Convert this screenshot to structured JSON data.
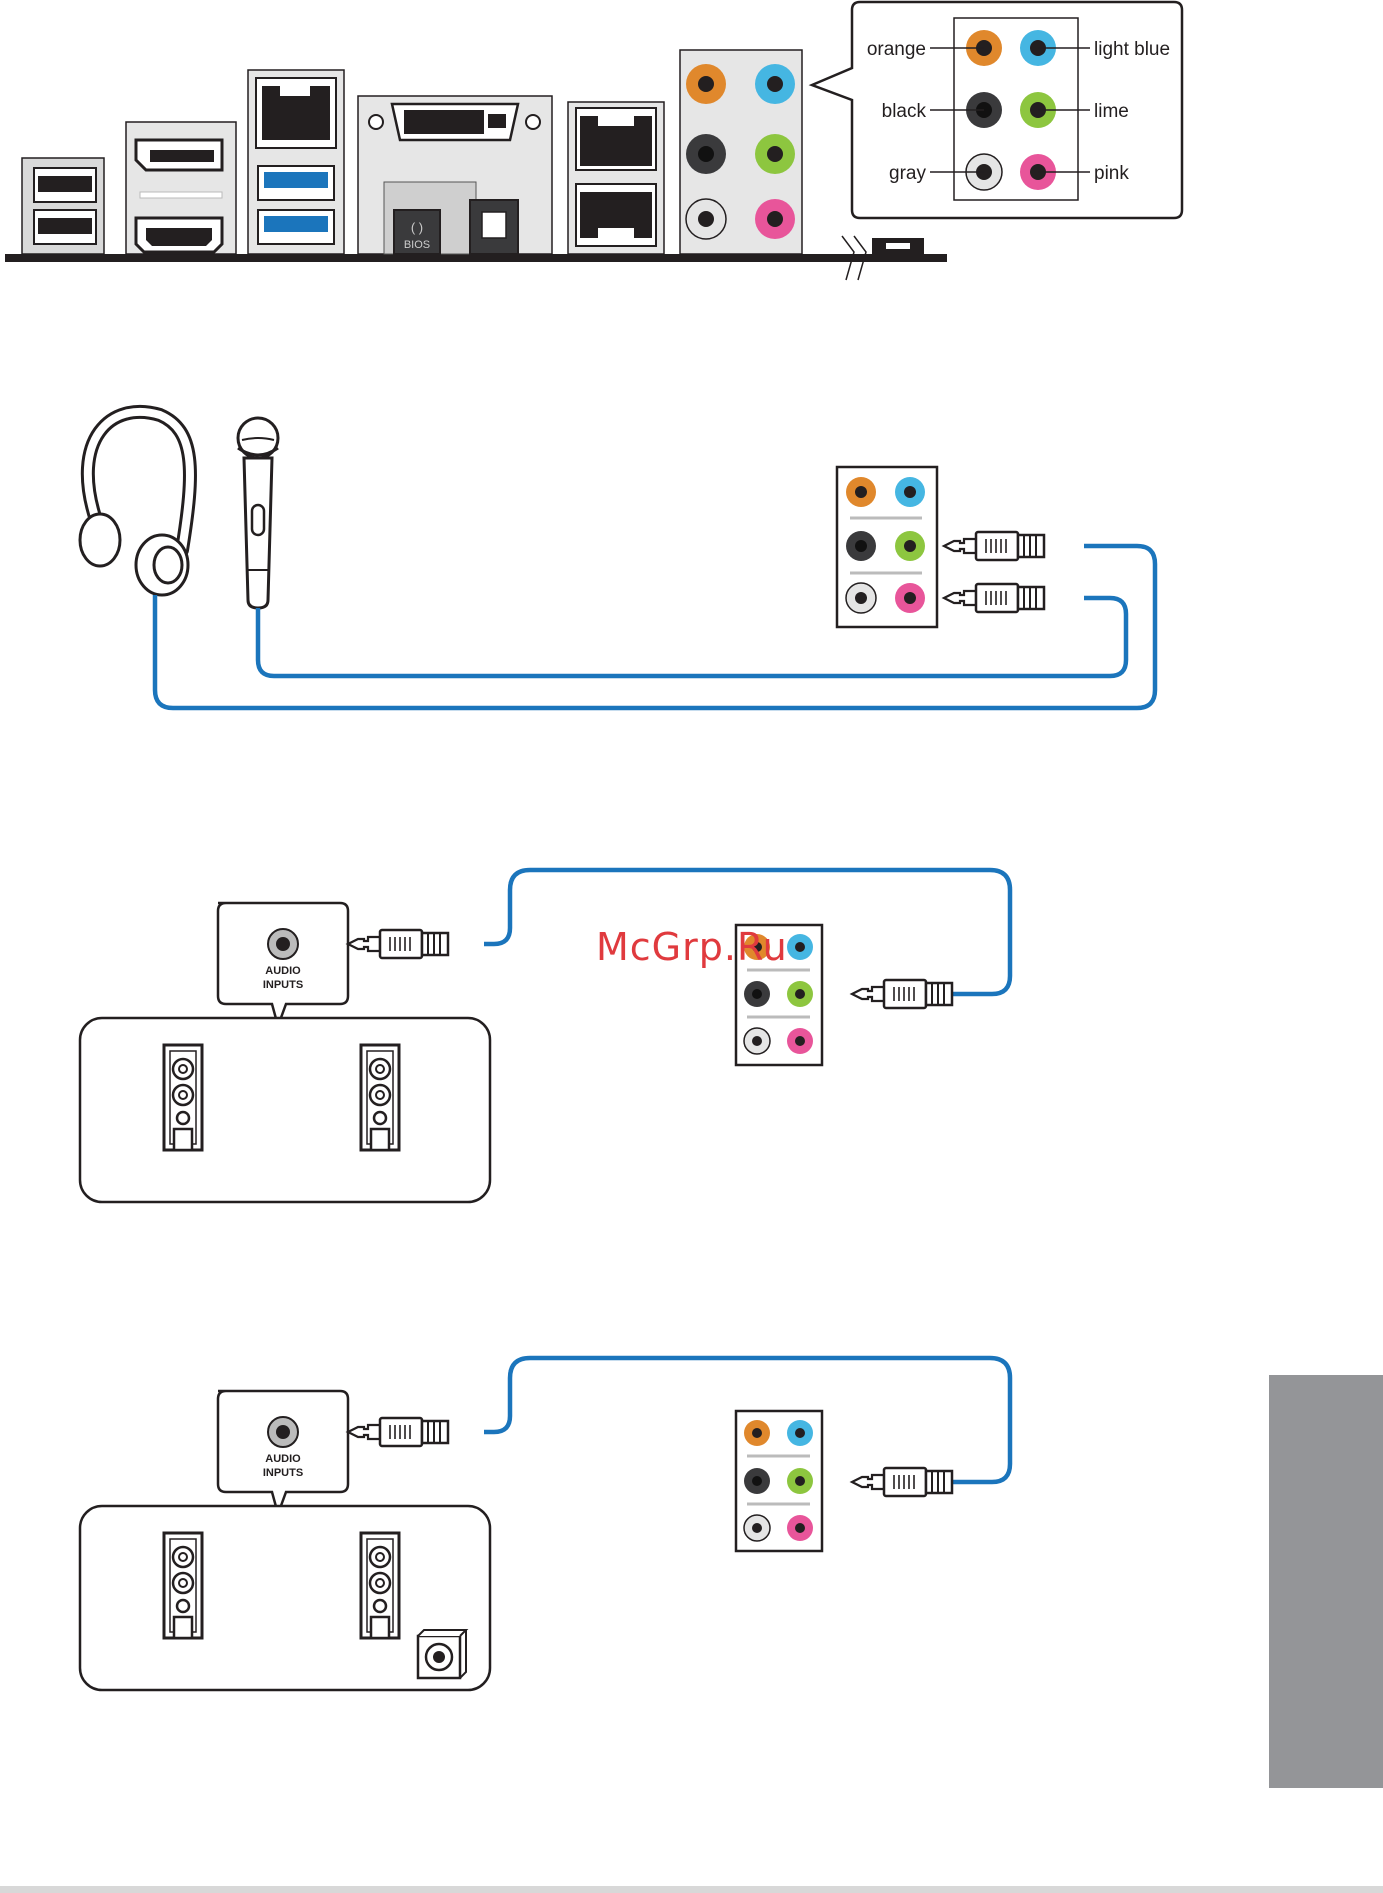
{
  "colors": {
    "orange": "#e0882c",
    "light_blue": "#45b6e2",
    "black": "#3a3a3c",
    "lime": "#8dc63f",
    "gray": "#e5e5e5",
    "pink": "#e8559a",
    "cable": "#1b75bc",
    "side_tab": "#949598"
  },
  "io_panel": {
    "bios_label": "BIOS",
    "jack_legend": {
      "orange": "orange",
      "light_blue": "light blue",
      "black": "black",
      "lime": "lime",
      "gray": "gray",
      "pink": "pink"
    }
  },
  "speaker_panels": [
    {
      "input_label_line1": "AUDIO",
      "input_label_line2": "INPUTS"
    },
    {
      "input_label_line1": "AUDIO",
      "input_label_line2": "INPUTS"
    }
  ],
  "watermark": "McGrp.Ru",
  "icons": [
    "headphones-icon",
    "microphone-icon",
    "speaker-icon",
    "subwoofer-icon",
    "audio-plug-icon"
  ]
}
